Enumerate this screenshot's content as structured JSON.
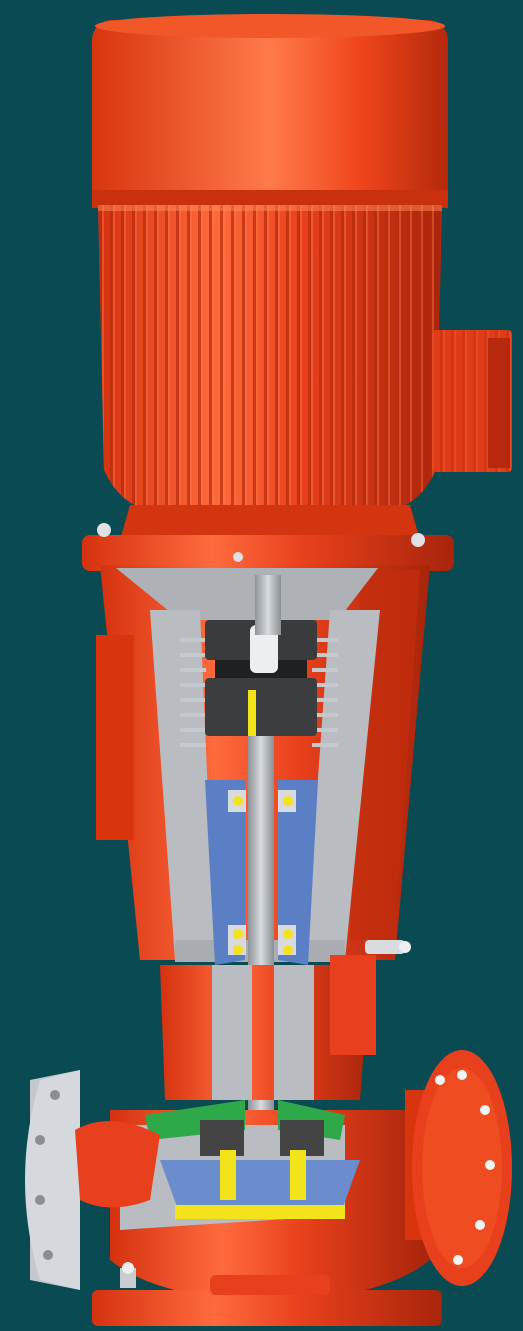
{
  "scene": {
    "subject": "vertical-inline-pump-cutaway",
    "colors": {
      "background": "#0a4a52",
      "casing_red": "#e8401c",
      "casing_dark": "#b8290e",
      "casing_light": "#ff6a3d",
      "cut_surface_grey": "#b9bcc1",
      "shaft_grey": "#9ea3a8",
      "coupling_dark": "#3a3b3d",
      "bearing_blue": "#5b7fc4",
      "seal_green": "#2fa84a",
      "accent_yellow": "#f2e31b",
      "flange_grey": "#c4c7cc"
    },
    "components": [
      "motor-cap",
      "motor-housing",
      "terminal-box",
      "motor-flange",
      "lantern-bracket",
      "coupling",
      "coupling-guard",
      "bearing-housing",
      "shaft",
      "mechanical-seal",
      "impeller",
      "volute-casing",
      "suction-flange",
      "discharge-flange",
      "base-foot",
      "drain-valve"
    ]
  }
}
